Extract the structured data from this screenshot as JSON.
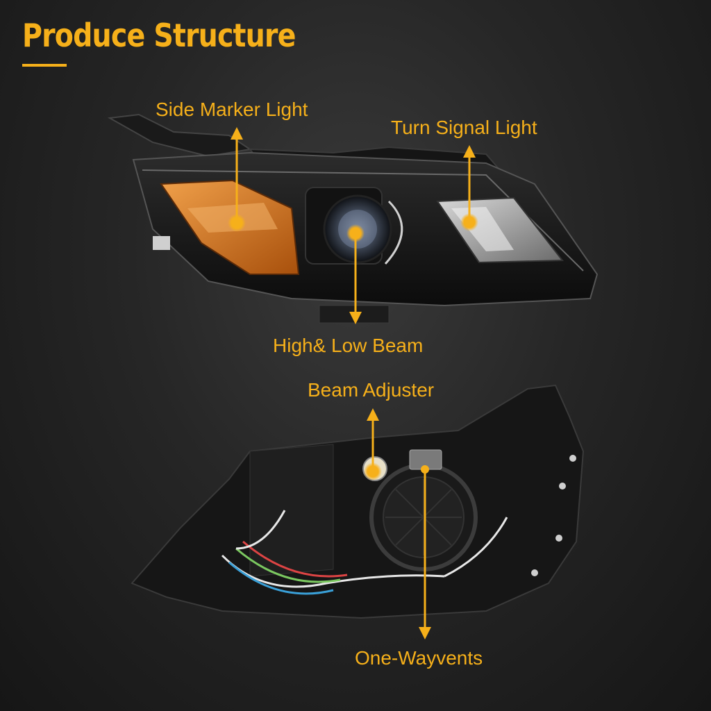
{
  "header": {
    "title": "Produce Structure"
  },
  "callouts": {
    "side_marker": "Side Marker Light",
    "turn_signal": "Turn Signal Light",
    "high_low_beam": "High& Low Beam",
    "beam_adjuster": "Beam Adjuster",
    "one_way_vents": "One-Wayvents"
  },
  "colors": {
    "accent": "#f6b01a",
    "amber_lens": "#d9761a"
  }
}
